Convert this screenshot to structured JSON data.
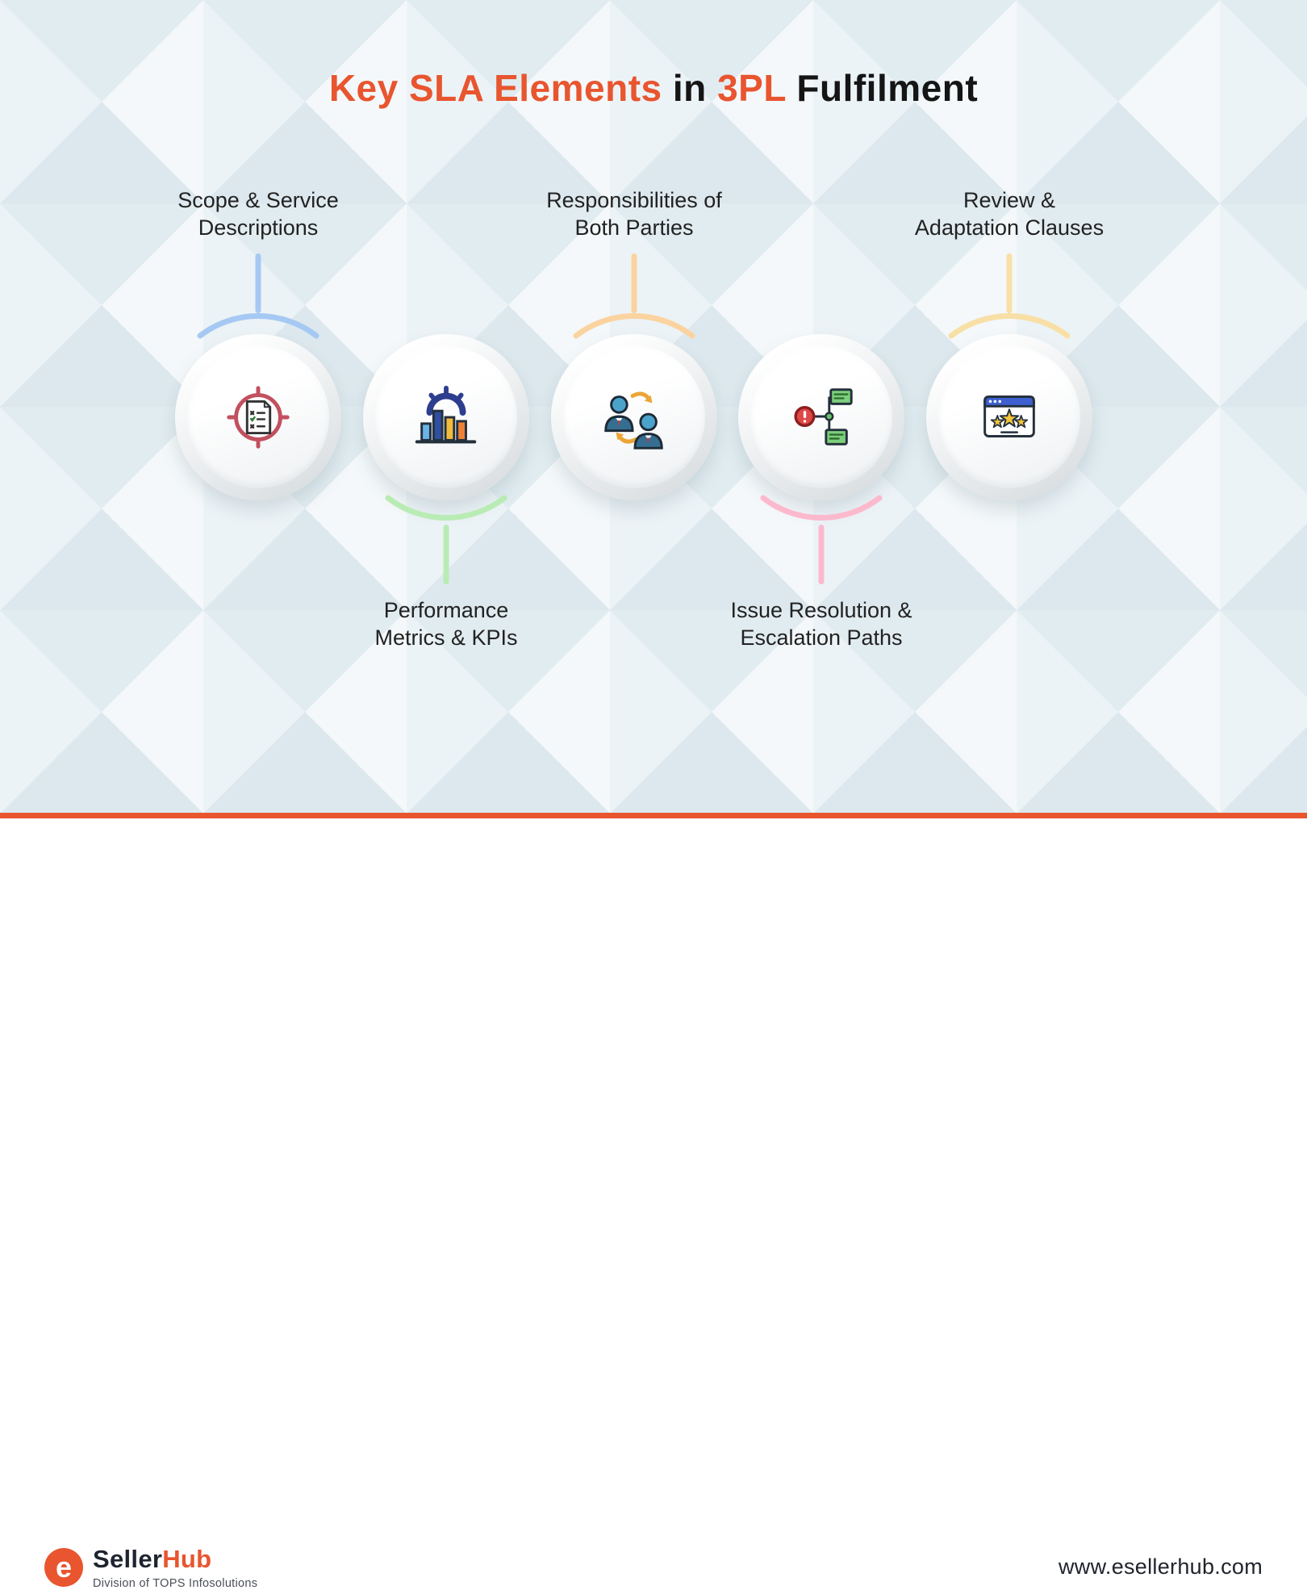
{
  "title": {
    "seg1": "Key SLA Elements",
    "seg2": " in ",
    "seg3": "3PL",
    "seg4": " Fulfilment"
  },
  "items": [
    {
      "lines": [
        "Scope & Service",
        "Descriptions"
      ],
      "icon": "target-checklist-icon",
      "accent": "#a6c9f3",
      "label_position": "top"
    },
    {
      "lines": [
        "Performance",
        "Metrics & KPIs"
      ],
      "icon": "kpi-chart-icon",
      "accent": "#b9ecb4",
      "label_position": "bottom"
    },
    {
      "lines": [
        "Responsibilities of",
        "Both Parties"
      ],
      "icon": "two-parties-icon",
      "accent": "#fbd3a0",
      "label_position": "top"
    },
    {
      "lines": [
        "Issue Resolution &",
        "Escalation Paths"
      ],
      "icon": "escalation-flow-icon",
      "accent": "#fcb9cd",
      "label_position": "bottom"
    },
    {
      "lines": [
        "Review &",
        "Adaptation Clauses"
      ],
      "icon": "review-stars-icon",
      "accent": "#f8dfa6",
      "label_position": "top"
    }
  ],
  "footer": {
    "brand_seg1": "Seller",
    "brand_seg2": "Hub",
    "brand_initial": "e",
    "tagline": "Division of TOPS Infosolutions",
    "website": "www.esellerhub.com"
  },
  "colors": {
    "accent_orange": "#e8552f",
    "text_dark": "#151515"
  }
}
